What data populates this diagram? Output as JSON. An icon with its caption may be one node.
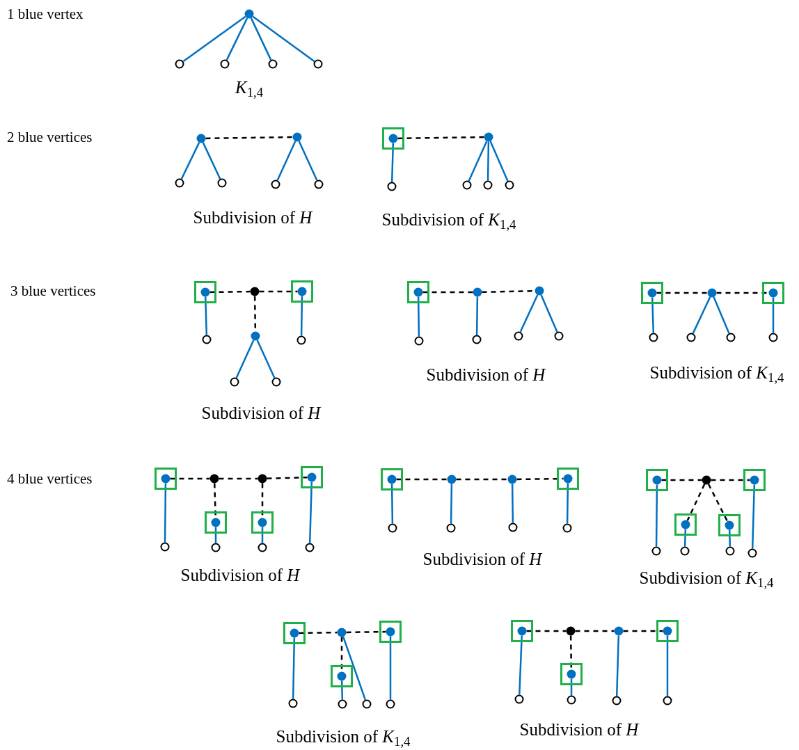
{
  "diagram": {
    "nodes": [
      {
        "text": [],
        "shape": "circle"
      },
      {
        "text": [],
        "shape": "circle"
      },
      {
        "text": [],
        "shape": "circle"
      },
      {
        "text": [],
        "shape": "circle"
      },
      {
        "text": [],
        "shape": "circle"
      },
      {
        "text": [],
        "shape": "circle"
      },
      {
        "text": [],
        "shape": "circle"
      },
      {
        "text": [],
        "shape": "circle"
      },
      {
        "text": [],
        "shape": "circle"
      },
      {
        "text": [],
        "shape": "circle"
      },
      {
        "text": [],
        "shape": "circle"
      },
      {
        "text": [],
        "shape": "box"
      },
      {
        "text": [],
        "shape": "circle",
        "in": 11
      },
      {
        "text": [],
        "shape": "circle"
      },
      {
        "text": [],
        "shape": "circle"
      },
      {
        "text": [],
        "shape": "circle"
      },
      {
        "text": [],
        "shape": "circle"
      },
      {
        "text": [],
        "shape": "circle"
      },
      {
        "text": [],
        "shape": "box"
      },
      {
        "text": [],
        "shape": "circle",
        "in": 18
      },
      {
        "text": [],
        "shape": "circle"
      },
      {
        "text": [],
        "shape": "box"
      },
      {
        "text": [],
        "shape": "circle",
        "in": 21
      },
      {
        "text": [],
        "shape": "circle"
      },
      {
        "text": [],
        "shape": "circle"
      },
      {
        "text": [],
        "shape": "circle"
      },
      {
        "text": [],
        "shape": "circle"
      },
      {
        "text": [],
        "shape": "circle"
      },
      {
        "text": [],
        "shape": "box"
      },
      {
        "text": [],
        "shape": "circle",
        "in": 28
      },
      {
        "text": [],
        "shape": "circle"
      },
      {
        "text": [],
        "shape": "circle"
      },
      {
        "text": [],
        "shape": "circle"
      },
      {
        "text": [],
        "shape": "circle"
      },
      {
        "text": [],
        "shape": "circle"
      },
      {
        "text": [],
        "shape": "circle"
      },
      {
        "text": [],
        "shape": "box"
      },
      {
        "text": [],
        "shape": "circle",
        "in": 36
      },
      {
        "text": [],
        "shape": "circle"
      },
      {
        "text": [],
        "shape": "box"
      },
      {
        "text": [],
        "shape": "circle",
        "in": 39
      },
      {
        "text": [],
        "shape": "circle"
      },
      {
        "text": [],
        "shape": "circle"
      },
      {
        "text": [],
        "shape": "circle"
      },
      {
        "text": [],
        "shape": "circle"
      },
      {
        "text": [],
        "shape": "box"
      },
      {
        "text": [],
        "shape": "circle",
        "in": 45
      },
      {
        "text": [],
        "shape": "circle"
      },
      {
        "text": [],
        "shape": "circle"
      },
      {
        "text": [],
        "shape": "box"
      },
      {
        "text": [],
        "shape": "circle",
        "in": 49
      },
      {
        "text": [],
        "shape": "box"
      },
      {
        "text": [],
        "shape": "circle",
        "in": 51
      },
      {
        "text": [],
        "shape": "box"
      },
      {
        "text": [],
        "shape": "circle",
        "in": 53
      },
      {
        "text": [],
        "shape": "circle"
      },
      {
        "text": [],
        "shape": "circle"
      },
      {
        "text": [],
        "shape": "circle"
      },
      {
        "text": [],
        "shape": "circle"
      },
      {
        "text": [],
        "shape": "box"
      },
      {
        "text": [],
        "shape": "circle",
        "in": 59
      },
      {
        "text": [],
        "shape": "circle"
      },
      {
        "text": [],
        "shape": "circle"
      },
      {
        "text": [],
        "shape": "box"
      },
      {
        "text": [],
        "shape": "circle",
        "in": 63
      },
      {
        "text": [],
        "shape": "circle"
      },
      {
        "text": [],
        "shape": "circle"
      },
      {
        "text": [],
        "shape": "circle"
      },
      {
        "text": [],
        "shape": "circle"
      },
      {
        "text": [],
        "shape": "box"
      },
      {
        "text": [],
        "shape": "circle",
        "in": 69
      },
      {
        "text": [],
        "shape": "circle"
      },
      {
        "text": [],
        "shape": "box"
      },
      {
        "text": [],
        "shape": "circle",
        "in": 72
      },
      {
        "text": [],
        "shape": "box"
      },
      {
        "text": [],
        "shape": "circle",
        "in": 74
      },
      {
        "text": [],
        "shape": "box"
      },
      {
        "text": [],
        "shape": "circle",
        "in": 76
      },
      {
        "text": [],
        "shape": "circle"
      },
      {
        "text": [],
        "shape": "circle"
      },
      {
        "text": [],
        "shape": "circle"
      },
      {
        "text": [],
        "shape": "circle"
      },
      {
        "text": [],
        "shape": "box"
      },
      {
        "text": [],
        "shape": "circle",
        "in": 82
      },
      {
        "text": [],
        "shape": "circle"
      },
      {
        "text": [],
        "shape": "box"
      },
      {
        "text": [],
        "shape": "circle",
        "in": 85
      },
      {
        "text": [],
        "shape": "box"
      },
      {
        "text": [],
        "shape": "circle",
        "in": 87
      },
      {
        "text": [],
        "shape": "circle"
      },
      {
        "text": [],
        "shape": "circle"
      },
      {
        "text": [],
        "shape": "circle"
      },
      {
        "text": [],
        "shape": "circle"
      },
      {
        "text": [],
        "shape": "box"
      },
      {
        "text": [],
        "shape": "circle",
        "in": 93
      },
      {
        "text": [],
        "shape": "circle"
      },
      {
        "text": [],
        "shape": "circle"
      },
      {
        "text": [],
        "shape": "box"
      },
      {
        "text": [],
        "shape": "circle",
        "in": 97
      },
      {
        "text": [],
        "shape": "box"
      },
      {
        "text": [],
        "shape": "circle",
        "in": 99
      },
      {
        "text": [],
        "shape": "circle"
      },
      {
        "text": [],
        "shape": "circle"
      },
      {
        "text": [],
        "shape": "circle"
      },
      {
        "text": [],
        "shape": "circle"
      }
    ],
    "edges": [
      {
        "from": 0,
        "to": 1,
        "arrow": "none"
      },
      {
        "from": 0,
        "to": 2,
        "arrow": "none"
      },
      {
        "from": 0,
        "to": 3,
        "arrow": "none"
      },
      {
        "from": 0,
        "to": 4,
        "arrow": "none"
      },
      {
        "from": 5,
        "to": 6,
        "arrow": "none",
        "style": "dashed",
        "color": "#000000"
      },
      {
        "from": 5,
        "to": 7,
        "arrow": "none"
      },
      {
        "from": 5,
        "to": 8,
        "arrow": "none"
      },
      {
        "from": 6,
        "to": 9,
        "arrow": "none"
      },
      {
        "from": 6,
        "to": 10,
        "arrow": "none"
      },
      {
        "from": 12,
        "to": 13,
        "arrow": "none",
        "style": "dashed",
        "color": "#000000"
      },
      {
        "from": 12,
        "to": 14,
        "arrow": "none"
      },
      {
        "from": 13,
        "to": 15,
        "arrow": "none"
      },
      {
        "from": 13,
        "to": 16,
        "arrow": "none"
      },
      {
        "from": 13,
        "to": 17,
        "arrow": "none"
      },
      {
        "from": 19,
        "to": 20,
        "arrow": "none",
        "style": "dashed",
        "color": "#000000"
      },
      {
        "from": 20,
        "to": 22,
        "arrow": "none",
        "style": "dashed",
        "color": "#000000"
      },
      {
        "from": 20,
        "to": 23,
        "arrow": "none",
        "style": "dashed",
        "color": "#000000"
      },
      {
        "from": 19,
        "to": 24,
        "arrow": "none"
      },
      {
        "from": 22,
        "to": 25,
        "arrow": "none"
      },
      {
        "from": 23,
        "to": 26,
        "arrow": "none"
      },
      {
        "from": 23,
        "to": 27,
        "arrow": "none"
      },
      {
        "from": 29,
        "to": 30,
        "arrow": "none",
        "style": "dashed",
        "color": "#000000"
      },
      {
        "from": 30,
        "to": 31,
        "arrow": "none",
        "style": "dashed",
        "color": "#000000"
      },
      {
        "from": 29,
        "to": 32,
        "arrow": "none"
      },
      {
        "from": 30,
        "to": 33,
        "arrow": "none"
      },
      {
        "from": 31,
        "to": 34,
        "arrow": "none"
      },
      {
        "from": 31,
        "to": 35,
        "arrow": "none"
      },
      {
        "from": 37,
        "to": 38,
        "arrow": "none",
        "style": "dashed",
        "color": "#000000"
      },
      {
        "from": 38,
        "to": 40,
        "arrow": "none",
        "style": "dashed",
        "color": "#000000"
      },
      {
        "from": 37,
        "to": 41,
        "arrow": "none"
      },
      {
        "from": 38,
        "to": 42,
        "arrow": "none"
      },
      {
        "from": 38,
        "to": 43,
        "arrow": "none"
      },
      {
        "from": 40,
        "to": 44,
        "arrow": "none"
      },
      {
        "from": 46,
        "to": 47,
        "arrow": "none",
        "style": "dashed",
        "color": "#000000"
      },
      {
        "from": 47,
        "to": 48,
        "arrow": "none",
        "style": "dashed",
        "color": "#000000"
      },
      {
        "from": 48,
        "to": 50,
        "arrow": "none",
        "style": "dashed",
        "color": "#000000"
      },
      {
        "from": 47,
        "to": 52,
        "arrow": "none",
        "style": "dashed",
        "color": "#000000"
      },
      {
        "from": 48,
        "to": 54,
        "arrow": "none",
        "style": "dashed",
        "color": "#000000"
      },
      {
        "from": 46,
        "to": 55,
        "arrow": "none"
      },
      {
        "from": 52,
        "to": 56,
        "arrow": "none"
      },
      {
        "from": 54,
        "to": 57,
        "arrow": "none"
      },
      {
        "from": 50,
        "to": 58,
        "arrow": "none"
      },
      {
        "from": 60,
        "to": 61,
        "arrow": "none",
        "style": "dashed",
        "color": "#000000"
      },
      {
        "from": 61,
        "to": 62,
        "arrow": "none",
        "style": "dashed",
        "color": "#000000"
      },
      {
        "from": 62,
        "to": 64,
        "arrow": "none",
        "style": "dashed",
        "color": "#000000"
      },
      {
        "from": 60,
        "to": 65,
        "arrow": "none"
      },
      {
        "from": 61,
        "to": 66,
        "arrow": "none"
      },
      {
        "from": 62,
        "to": 67,
        "arrow": "none"
      },
      {
        "from": 64,
        "to": 68,
        "arrow": "none"
      },
      {
        "from": 70,
        "to": 71,
        "arrow": "none",
        "style": "dashed",
        "color": "#000000"
      },
      {
        "from": 71,
        "to": 73,
        "arrow": "none",
        "style": "dashed",
        "color": "#000000"
      },
      {
        "from": 71,
        "to": 75,
        "arrow": "none",
        "style": "dashed",
        "color": "#000000"
      },
      {
        "from": 71,
        "to": 77,
        "arrow": "none",
        "style": "dashed",
        "color": "#000000"
      },
      {
        "from": 70,
        "to": 78,
        "arrow": "none"
      },
      {
        "from": 75,
        "to": 79,
        "arrow": "none"
      },
      {
        "from": 77,
        "to": 80,
        "arrow": "none"
      },
      {
        "from": 73,
        "to": 81,
        "arrow": "none"
      },
      {
        "from": 83,
        "to": 84,
        "arrow": "none",
        "style": "dashed",
        "color": "#000000"
      },
      {
        "from": 84,
        "to": 86,
        "arrow": "none",
        "style": "dashed",
        "color": "#000000"
      },
      {
        "from": 84,
        "to": 88,
        "arrow": "none",
        "style": "dashed",
        "color": "#000000"
      },
      {
        "from": 83,
        "to": 89,
        "arrow": "none"
      },
      {
        "from": 88,
        "to": 90,
        "arrow": "none"
      },
      {
        "from": 84,
        "to": 91,
        "arrow": "none"
      },
      {
        "from": 86,
        "to": 92,
        "arrow": "none"
      },
      {
        "from": 94,
        "to": 95,
        "arrow": "none",
        "style": "dashed",
        "color": "#000000"
      },
      {
        "from": 95,
        "to": 96,
        "arrow": "none",
        "style": "dashed",
        "color": "#000000"
      },
      {
        "from": 96,
        "to": 98,
        "arrow": "none",
        "style": "dashed",
        "color": "#000000"
      },
      {
        "from": 95,
        "to": 100,
        "arrow": "none",
        "style": "dashed",
        "color": "#000000"
      },
      {
        "from": 94,
        "to": 101,
        "arrow": "none"
      },
      {
        "from": 100,
        "to": 102,
        "arrow": "none"
      },
      {
        "from": 96,
        "to": 103,
        "arrow": "none"
      },
      {
        "from": 98,
        "to": 104,
        "arrow": "none"
      }
    ],
    "labels": [
      "1 blue vertex",
      "*K*$_{1,4}$",
      "2 blue vertices",
      "Subdivision of *H*",
      "Subdivision of *K*$_{1,4}$",
      "3 blue vertices",
      "Subdivision of *H*",
      "Subdivision of *H*",
      "Subdivision of *K*$_{1,4}$",
      "4 blue vertices",
      "Subdivision of *H*",
      "Subdivision of *H*",
      "Subdivision of *K*$_{1,4}$",
      "Subdivision of *K*$_{1,4}$",
      "Subdivision of *H*"
    ]
  }
}
